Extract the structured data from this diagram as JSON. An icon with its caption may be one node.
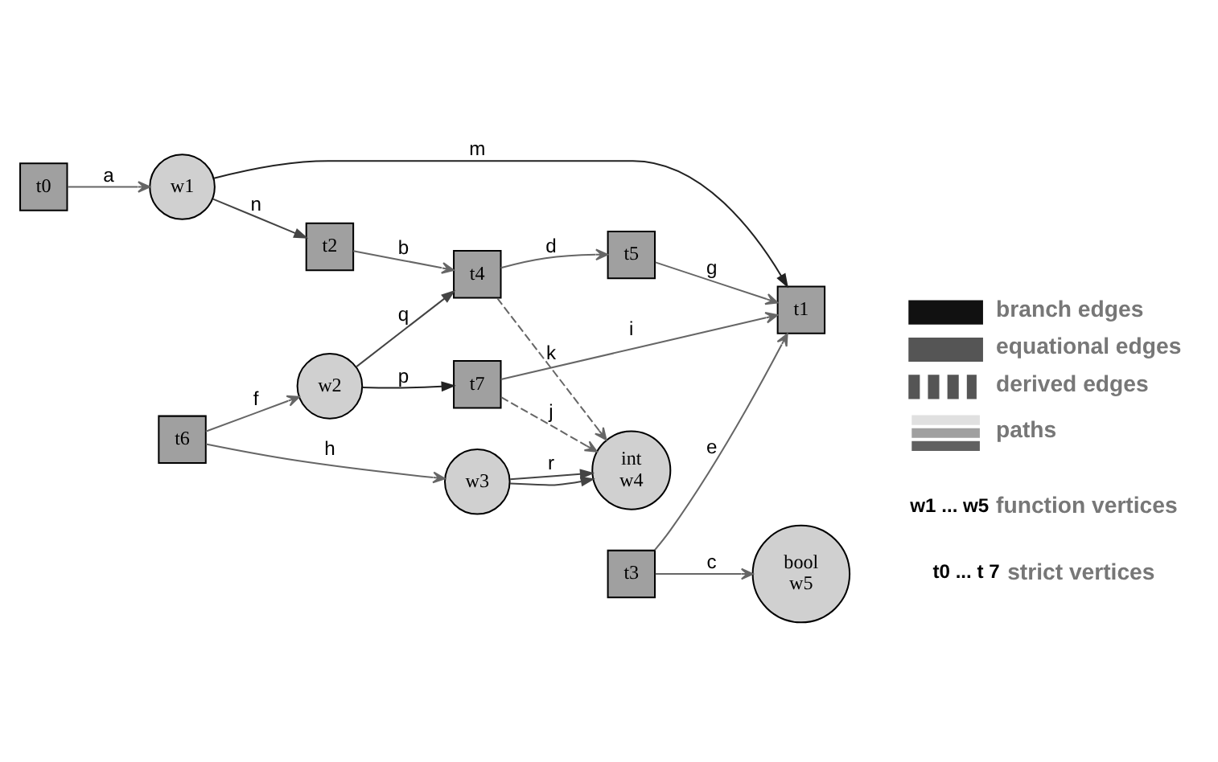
{
  "diagram": {
    "nodes": [
      {
        "text": [
          "t0"
        ]
      },
      {
        "text": [
          "w1"
        ]
      },
      {
        "text": [
          "w2"
        ]
      },
      {
        "text": [
          "t6"
        ]
      },
      {
        "text": [
          "w3"
        ]
      },
      {
        "text": [
          "t1"
        ]
      },
      {
        "text": [
          "t7"
        ]
      },
      {
        "text": [
          "t5"
        ]
      },
      {
        "text": [
          "int",
          "w4"
        ]
      },
      {
        "text": [
          "t2"
        ]
      },
      {
        "text": [
          "t4"
        ]
      },
      {
        "text": [
          "t3"
        ]
      },
      {
        "text": [
          "bool",
          "w5"
        ]
      }
    ],
    "edges": [
      {
        "from": 0,
        "to": 1,
        "arrow": "to",
        "label": "a"
      },
      {
        "from": 1,
        "to": 5,
        "arrow": "to",
        "label": "m",
        "color": "#222222"
      },
      {
        "from": 1,
        "to": 9,
        "arrow": "to",
        "label": "n",
        "color": "#444444"
      },
      {
        "from": 3,
        "to": 2,
        "arrow": "to",
        "label": "f"
      },
      {
        "from": 3,
        "to": 4,
        "arrow": "to",
        "label": "h"
      },
      {
        "from": 2,
        "to": 6,
        "arrow": "to",
        "label": "p",
        "color": "#222222"
      },
      {
        "from": 2,
        "to": 10,
        "arrow": "to",
        "label": "q",
        "color": "#444444"
      },
      {
        "from": 4,
        "to": 8,
        "arrow": "to",
        "label": "r",
        "color": "#444444"
      },
      {
        "from": 4,
        "to": 8,
        "arrow": "to",
        "color": "#444444"
      },
      {
        "from": 6,
        "to": 5,
        "arrow": "to",
        "label": "i"
      },
      {
        "from": 6,
        "to": 8,
        "arrow": "to",
        "label": "j",
        "style": "dashed"
      },
      {
        "from": 7,
        "to": 5,
        "arrow": "to",
        "label": "g"
      },
      {
        "from": 10,
        "to": 7,
        "arrow": "to",
        "label": "d"
      },
      {
        "from": 9,
        "to": 10,
        "arrow": "to",
        "label": "b"
      },
      {
        "from": 10,
        "to": 8,
        "arrow": "to",
        "label": "k",
        "style": "dashed"
      },
      {
        "from": 11,
        "to": 5,
        "arrow": "to",
        "label": "e"
      },
      {
        "from": 11,
        "to": 12,
        "arrow": "to",
        "label": "c"
      }
    ],
    "labels": [
      "t0 ... t 7",
      "strict vertices",
      "w1 ... w5",
      "function vertices"
    ],
    "legend": [
      {
        "text": "branch edges"
      },
      {
        "text": "equational edges"
      },
      {
        "text": "derived edges"
      },
      {
        "text": "paths"
      }
    ]
  }
}
